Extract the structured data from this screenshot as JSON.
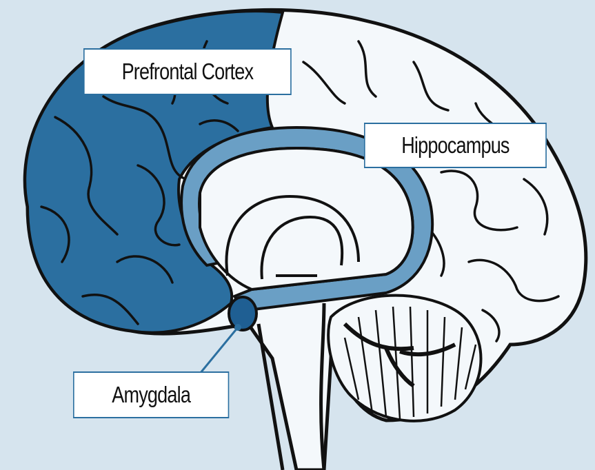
{
  "labels": {
    "prefrontal_cortex": "Prefrontal Cortex",
    "hippocampus": "Hippocampus",
    "amygdala": "Amygdala"
  },
  "colors": {
    "background": "#d6e4ee",
    "prefrontal_fill": "#2b6fa0",
    "hippocampus_fill": "#6a9fc5",
    "amygdala_fill": "#1f5f93",
    "outline": "#111111",
    "label_border": "#2b6fa0"
  }
}
